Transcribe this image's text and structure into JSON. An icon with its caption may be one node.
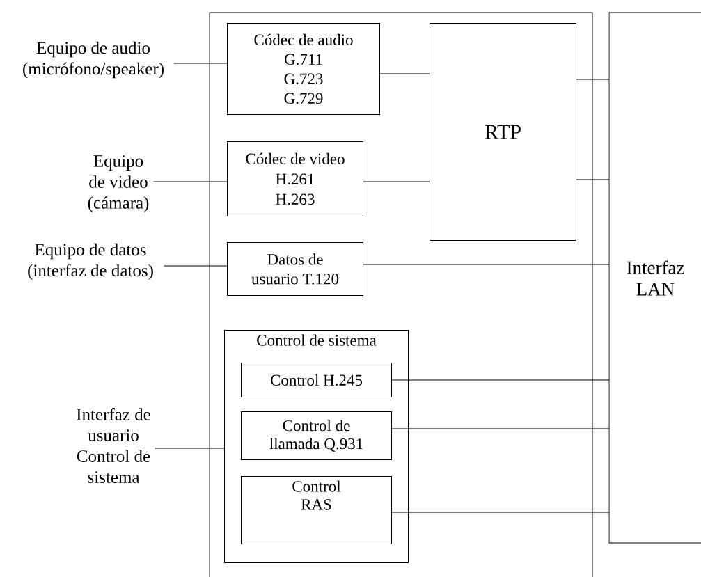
{
  "diagram": {
    "nodes": [
      {
        "text": [],
        "shape": "box"
      },
      {
        "text": [
          "Códec de audio",
          "G.711",
          "G.723",
          "G.729"
        ],
        "in": 0
      },
      {
        "text": [
          "RTP"
        ],
        "in": 0
      },
      {
        "text": [
          "Códec de video",
          "H.261",
          "H.263"
        ],
        "in": 0
      },
      {
        "text": [
          "Datos de usuario T.120"
        ],
        "in": 0
      },
      {
        "text": [
          "Control de sistema"
        ],
        "in": 0
      },
      {
        "text": [
          "Control H.245"
        ],
        "in": 5
      },
      {
        "text": [
          "Control de llamada Q.931"
        ],
        "in": 5
      },
      {
        "text": [
          "Control RAS"
        ],
        "in": 5
      },
      {
        "text": [
          "Interfaz LAN"
        ]
      },
      {
        "text": [
          "Equipo de audio (micrófono/speaker)"
        ]
      },
      {
        "text": [
          "Equipo de video (cámara)"
        ]
      },
      {
        "text": [
          "Equipo de datos (interfaz de datos)"
        ]
      },
      {
        "text": [
          "Interfaz de usuario Control de sistema"
        ]
      }
    ],
    "edges": [
      {
        "from": 10,
        "to": 1,
        "arrow": "none"
      },
      {
        "from": 11,
        "to": 3,
        "arrow": "none"
      },
      {
        "from": 12,
        "to": 4,
        "arrow": "none"
      },
      {
        "from": 13,
        "to": 5,
        "arrow": "none"
      },
      {
        "from": 1,
        "to": 2,
        "arrow": "none"
      },
      {
        "from": 3,
        "to": 2,
        "arrow": "none"
      },
      {
        "from": 2,
        "to": 9,
        "arrow": "none"
      },
      {
        "from": 2,
        "to": 9,
        "arrow": "none"
      },
      {
        "from": 4,
        "to": 9,
        "arrow": "none"
      },
      {
        "from": 6,
        "to": 9,
        "arrow": "none"
      },
      {
        "from": 7,
        "to": 9,
        "arrow": "none"
      },
      {
        "from": 8,
        "to": 9,
        "arrow": "none"
      }
    ]
  }
}
